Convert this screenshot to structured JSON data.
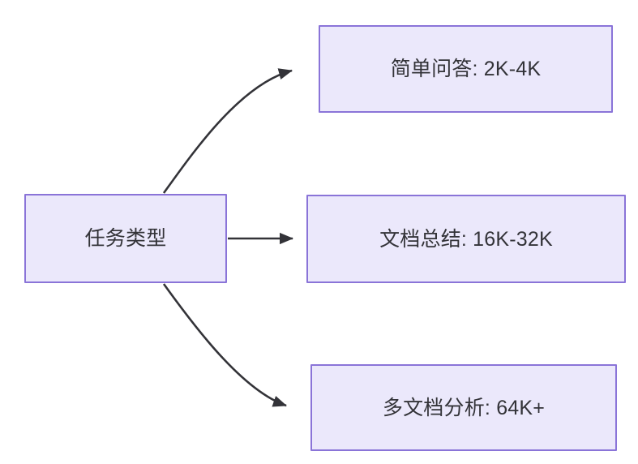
{
  "diagram": {
    "title": "任务类型",
    "type": "flowchart",
    "direction": "left-to-right",
    "colors": {
      "node_fill": "#ebe8fb",
      "node_border": "#8a74d8",
      "edge": "#333338",
      "text": "#333338",
      "background": "#ffffff"
    },
    "nodes": [
      {
        "id": "root",
        "label": "任务类型"
      },
      {
        "id": "simple-qa",
        "label": "简单问答: 2K-4K"
      },
      {
        "id": "doc-summary",
        "label": "文档总结: 16K-32K"
      },
      {
        "id": "multi-doc",
        "label": "多文档分析: 64K+"
      }
    ],
    "edges": [
      {
        "from": "root",
        "to": "simple-qa",
        "label": "",
        "style": "curved-arrow"
      },
      {
        "from": "root",
        "to": "doc-summary",
        "label": "",
        "style": "straight-arrow"
      },
      {
        "from": "root",
        "to": "multi-doc",
        "label": "",
        "style": "curved-arrow"
      }
    ]
  }
}
